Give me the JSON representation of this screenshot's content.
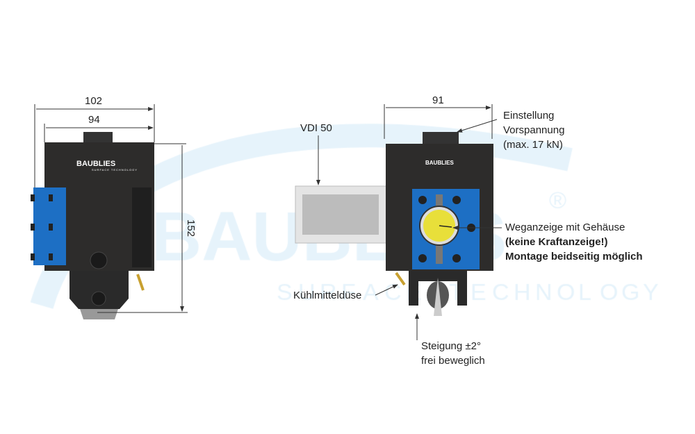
{
  "watermark": {
    "brand": "BAUBLIES",
    "registered": "®",
    "tagline": "SURFACE TECHNOLOGY"
  },
  "logo": {
    "brand": "BAUBLIES",
    "tagline": "SURFACE TECHNOLOGY"
  },
  "dimensions": {
    "width_outer": "102",
    "width_inner": "94",
    "height": "152",
    "width_side": "91"
  },
  "labels": {
    "shank": "VDI 50",
    "preload_1": "Einstellung",
    "preload_2": "Vorspannung",
    "preload_3": "(max. 17 kN)",
    "gauge_1": "Weganzeige mit Gehäuse",
    "gauge_2": "(keine Kraftanzeige!)",
    "gauge_3": "Montage beidseitig möglich",
    "coolant": "Kühlmitteldüse",
    "pitch_1": "Steigung ±2°",
    "pitch_2": "frei beweglich"
  },
  "colors": {
    "body": "#2b2a29",
    "plate": "#1d6fc4",
    "watermark": "#e6f3fb",
    "gauge": "#e8df3a"
  }
}
